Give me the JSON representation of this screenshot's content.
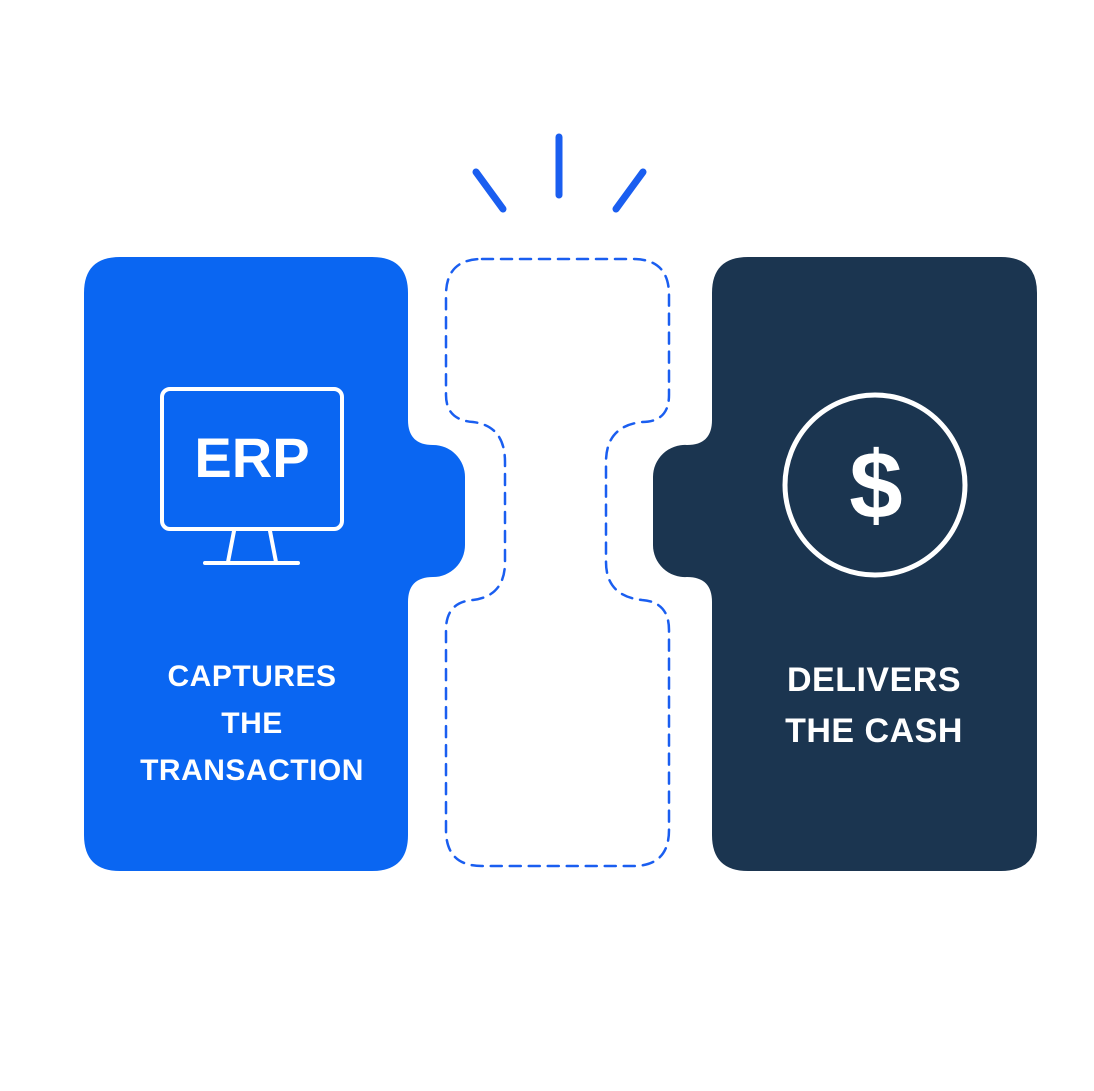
{
  "left_card": {
    "screen_text": "ERP",
    "label_lines": [
      "CAPTURES",
      "THE",
      "TRANSACTION"
    ],
    "color": "#0a66f2"
  },
  "right_card": {
    "symbol": "$",
    "label_lines": [
      "DELIVERS",
      "THE CASH"
    ],
    "color": "#1b3550"
  },
  "gap_piece": {
    "stroke_color": "#1a5ef0",
    "style": "dashed"
  },
  "icons": {
    "left": "computer-monitor-icon",
    "right": "dollar-coin-icon",
    "top": "spark-lines-icon"
  }
}
